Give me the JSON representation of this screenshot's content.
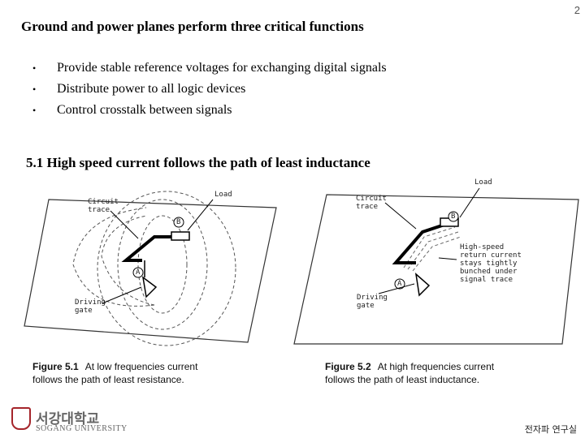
{
  "page_number": "2",
  "title": "Ground and power planes perform three critical functions",
  "bullets": [
    "Provide stable reference voltages for exchanging digital signals",
    "Distribute power to all logic devices",
    "Control crosstalk between signals"
  ],
  "section_heading": "5.1 High speed current follows the path of least inductance",
  "figure1": {
    "labels": {
      "load": "Load",
      "circuit_trace": "Circuit\ntrace",
      "driving_gate": "Driving\ngate",
      "point_a": "A",
      "point_b": "B"
    },
    "caption_number": "Figure 5.1",
    "caption_line1": "At low frequencies current",
    "caption_line2": "follows the path of least resistance."
  },
  "figure2": {
    "labels": {
      "load": "Load",
      "circuit_trace": "Circuit\ntrace",
      "driving_gate": "Driving\ngate",
      "point_a": "A",
      "point_b": "B",
      "annotation": "High-speed\nreturn current\nstays tightly\nbunched under\nsignal trace"
    },
    "caption_number": "Figure 5.2",
    "caption_line1": "At high frequencies current",
    "caption_line2": "follows the path of least inductance."
  },
  "footer": {
    "logo_korean": "서강대학교",
    "logo_english": "SOGANG UNIVERSITY",
    "lab_name": "전자파 연구실"
  },
  "colors": {
    "logo_red": "#a5242a",
    "logo_gray": "#666666"
  }
}
